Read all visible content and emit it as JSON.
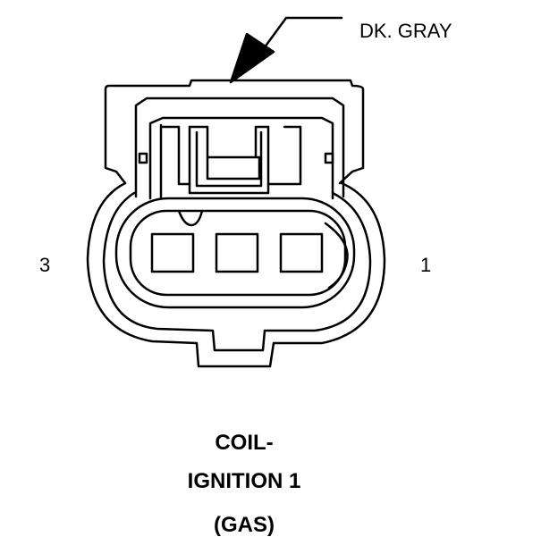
{
  "wire_color_label": "DK. GRAY",
  "pin_labels": {
    "left": "3",
    "right": "1"
  },
  "caption": {
    "line1": "COIL-",
    "line2": "IGNITION 1",
    "line3": "(GAS)"
  }
}
